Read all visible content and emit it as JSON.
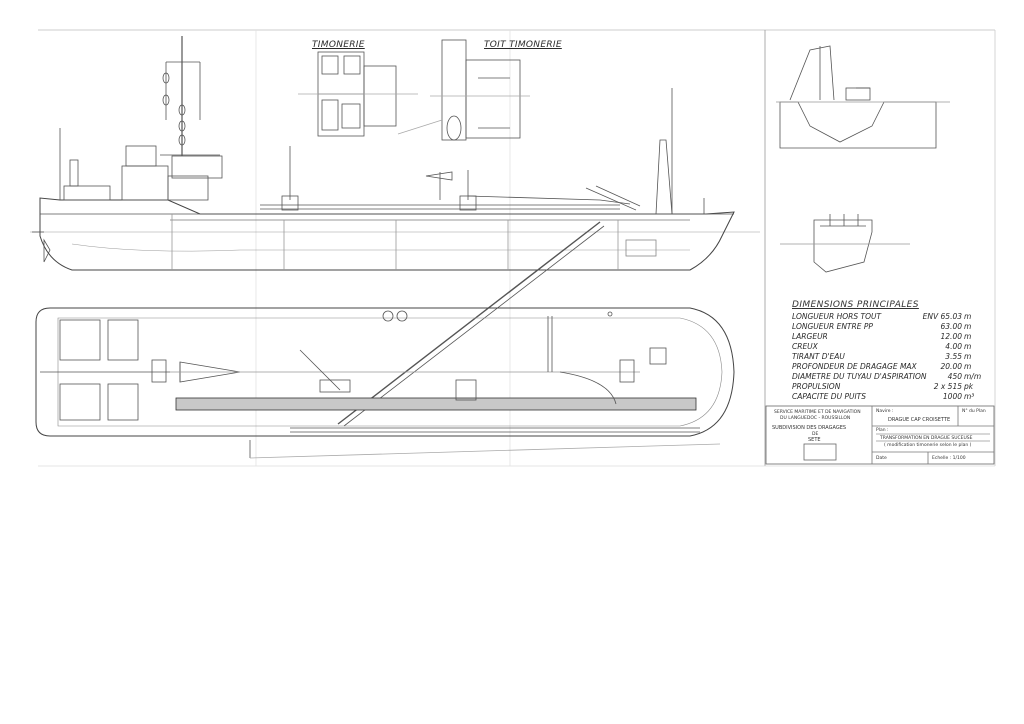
{
  "drawing": {
    "label_timonerie": "TIMONERIE",
    "label_toit_timonerie": "TOIT TIMONERIE"
  },
  "dimensions": {
    "title": "DIMENSIONS PRINCIPALES",
    "rows": [
      {
        "name": "LONGUEUR HORS TOUT",
        "value": "ENV 65.03",
        "unit": "m"
      },
      {
        "name": "LONGUEUR ENTRE PP",
        "value": "63.00",
        "unit": "m"
      },
      {
        "name": "LARGEUR",
        "value": "12.00",
        "unit": "m"
      },
      {
        "name": "CREUX",
        "value": "4.00",
        "unit": "m"
      },
      {
        "name": "TIRANT D'EAU",
        "value": "3.55",
        "unit": "m"
      },
      {
        "name": "PROFONDEUR DE DRAGAGE MAX",
        "value": "20.00",
        "unit": "m"
      },
      {
        "name": "DIAMETRE DU TUYAU D'ASPIRATION",
        "value": "450",
        "unit": "m/m"
      },
      {
        "name": "PROPULSION",
        "value": "2 x 515",
        "unit": "pk"
      },
      {
        "name": "CAPACITE DU PUITS",
        "value": "1000",
        "unit": "m³"
      }
    ]
  },
  "title_block": {
    "org_line1": "SERVICE MARITIME ET DE NAVIGATION",
    "org_line2": "DU LANGUEDOC - ROUSSILLON",
    "subdivision": "SUBDIVISION DES DRAGAGES",
    "de": "DE",
    "city": "SETE",
    "navire_label": "Navire :",
    "navire_value": "DRAGUE CAP CROISETTE",
    "plan_label": "N° du Plan",
    "objet_label": "Plan :",
    "objet_line1": "TRANSFORMATION EN DRAGUE SUCEUSE",
    "objet_line2": "( modification timonerie selon le plan )",
    "date_label": "Date",
    "echelle_label": "Echelle : 1/100"
  }
}
